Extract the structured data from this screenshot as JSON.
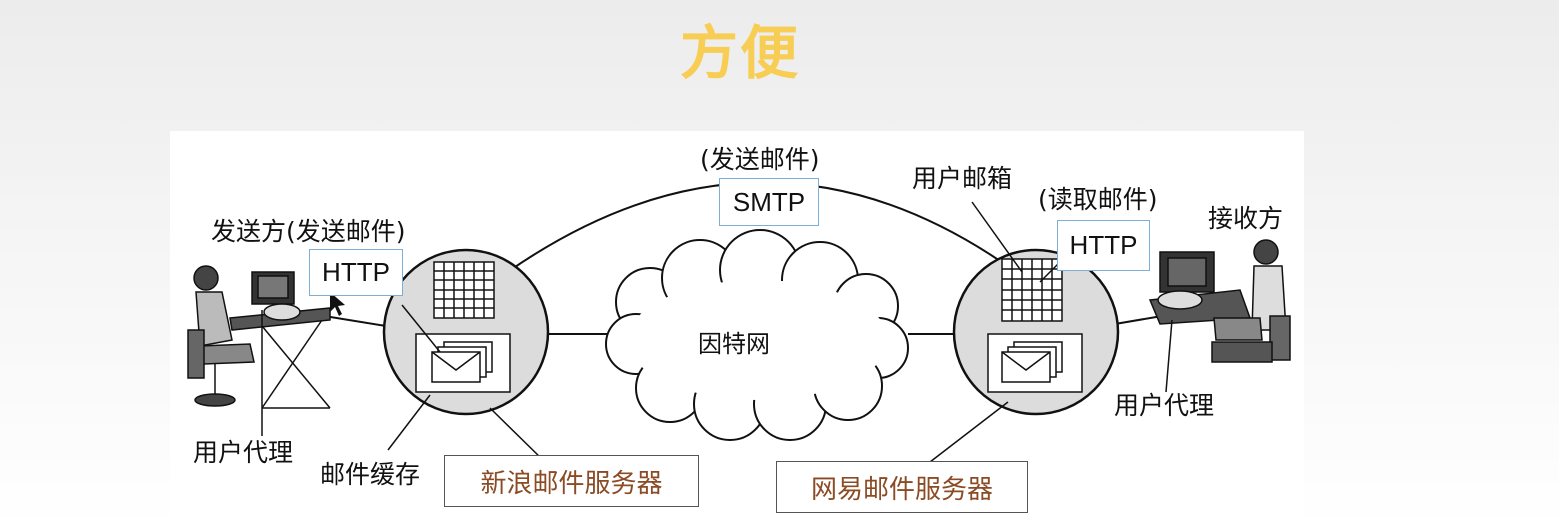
{
  "slide": {
    "title": "方便"
  },
  "diagram": {
    "smtp": {
      "note": "(发送邮件)",
      "label": "SMTP"
    },
    "sender": {
      "title": "发送方(发送邮件)",
      "protocol": "HTTP",
      "agent": "用户代理"
    },
    "receiver": {
      "title": "接收方",
      "note": "(读取邮件)",
      "protocol": "HTTP",
      "agent": "用户代理",
      "mailbox": "用户邮箱"
    },
    "left_server": {
      "cache": "邮件缓存",
      "name": "新浪邮件服务器"
    },
    "right_server": {
      "name": "网易邮件服务器"
    },
    "cloud": {
      "label": "因特网"
    }
  }
}
